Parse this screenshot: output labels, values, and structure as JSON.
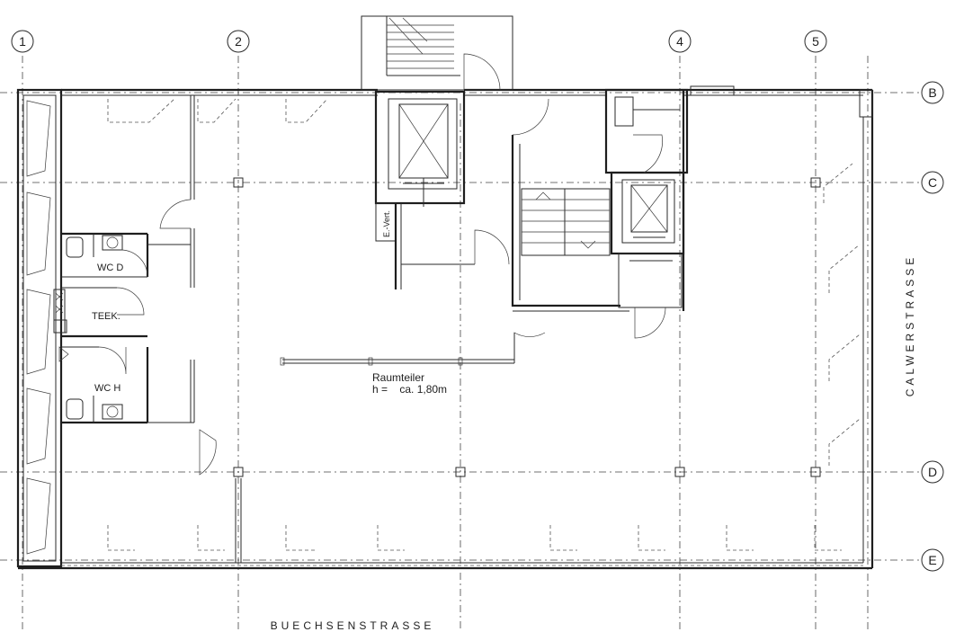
{
  "axes_columns": [
    {
      "id": "1",
      "label": "1"
    },
    {
      "id": "2",
      "label": "2"
    },
    {
      "id": "4",
      "label": "4"
    },
    {
      "id": "5",
      "label": "5"
    }
  ],
  "axes_rows": [
    {
      "id": "B",
      "label": "B"
    },
    {
      "id": "C",
      "label": "C"
    },
    {
      "id": "D",
      "label": "D"
    },
    {
      "id": "E",
      "label": "E"
    }
  ],
  "streets": {
    "bottom": "BUECHSENSTRASSE",
    "right": "CALWERSTRASSE"
  },
  "rooms": {
    "wc_d": "WC  D",
    "teek": "TEEK.",
    "wc_h": "WC  H"
  },
  "annotations": {
    "partition_title": "Raumteiler",
    "partition_height": "h =    ca. 1,80m",
    "shaft": "E.-Vert."
  }
}
